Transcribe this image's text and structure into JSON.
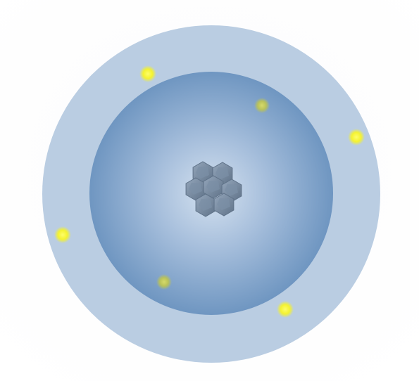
{
  "diagram": {
    "colors": {
      "background": "#ffffff",
      "outer_shell": "#bacde2",
      "inner_shell_center": "#d4e1ef",
      "inner_shell_edge": "#6f96c1",
      "nucleus_particle": "#7b8fa6",
      "nucleus_particle_dark": "#5f7288",
      "electron_bright": "#fbfa3a",
      "electron_dim": "#c8cf5a"
    },
    "shells": [
      {
        "name": "outer-shell"
      },
      {
        "name": "inner-shell"
      }
    ],
    "nucleus": {
      "particle_count": 7
    },
    "electrons": [
      {
        "name": "electron-outer-1",
        "shell": "outer",
        "brightness": "bright"
      },
      {
        "name": "electron-outer-2",
        "shell": "outer",
        "brightness": "bright"
      },
      {
        "name": "electron-outer-3",
        "shell": "outer",
        "brightness": "bright"
      },
      {
        "name": "electron-outer-4",
        "shell": "outer",
        "brightness": "bright"
      },
      {
        "name": "electron-inner-1",
        "shell": "inner",
        "brightness": "dim"
      },
      {
        "name": "electron-inner-2",
        "shell": "inner",
        "brightness": "dim"
      }
    ]
  }
}
